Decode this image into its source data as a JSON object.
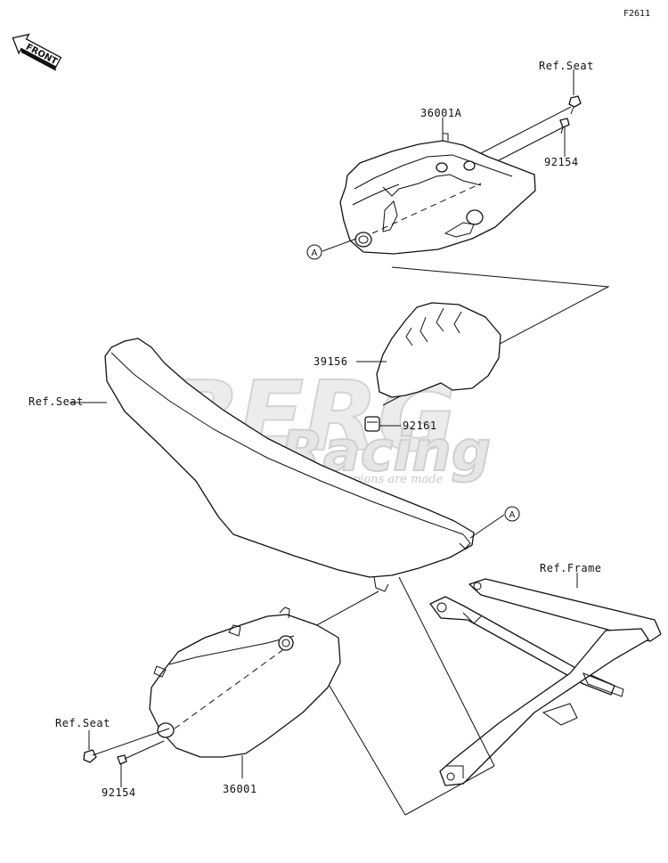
{
  "diagram": {
    "code": "F2611",
    "front_label": "FRONT",
    "watermark": {
      "brand": "BERG",
      "sub": "Racing",
      "tagline": "Where Champions are made"
    },
    "callout_letter": "A",
    "labels": {
      "ref_seat_top": "Ref.Seat",
      "part_36001A": "36001A",
      "part_92154_top": "92154",
      "part_39156": "39156",
      "part_92161": "92161",
      "ref_seat_left": "Ref.Seat",
      "ref_frame": "Ref.Frame",
      "ref_seat_bottom": "Ref.Seat",
      "part_92154_bottom": "92154",
      "part_36001": "36001"
    }
  }
}
